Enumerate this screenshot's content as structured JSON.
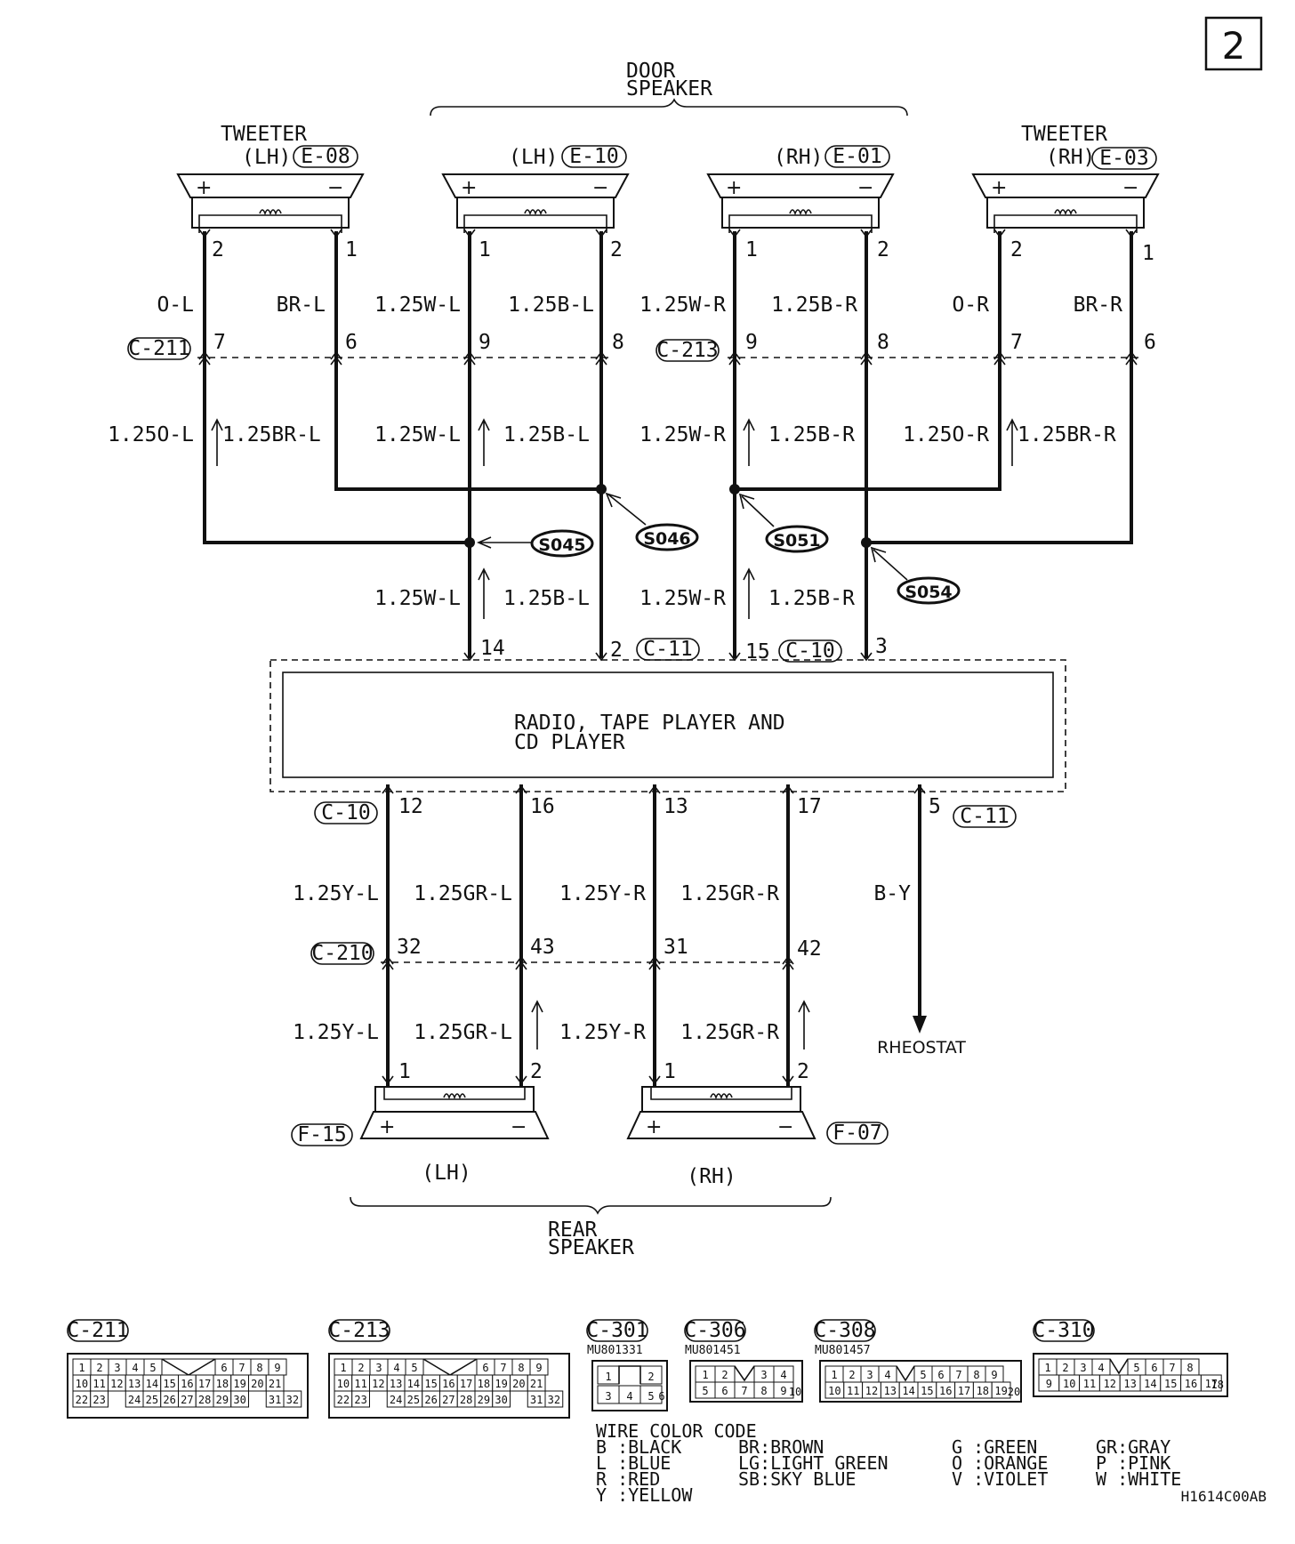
{
  "page_number": "2",
  "door_speaker_title": [
    "DOOR",
    "SPEAKER"
  ],
  "rear_speaker_title": [
    "REAR",
    "SPEAKER"
  ],
  "top_speakers": [
    {
      "name": "TWEETER",
      "side": "(LH)",
      "connector": "E-08",
      "pins": [
        "2",
        "1"
      ]
    },
    {
      "name": "",
      "side": "(LH)",
      "connector": "E-10",
      "pins": [
        "1",
        "2"
      ]
    },
    {
      "name": "",
      "side": "(RH)",
      "connector": "E-01",
      "pins": [
        "1",
        "2"
      ]
    },
    {
      "name": "TWEETER",
      "side": "(RH)",
      "connector": "E-03",
      "pins": [
        "2",
        "1"
      ]
    }
  ],
  "upper_wire_labels": [
    "O-L",
    "BR-L",
    "1.25W-L",
    "1.25B-L",
    "1.25W-R",
    "1.25B-R",
    "O-R",
    "BR-R"
  ],
  "joint_connectors": [
    "C-211",
    "C-213"
  ],
  "joint_pins": [
    "7",
    "6",
    "9",
    "8",
    "9",
    "8",
    "7",
    "6"
  ],
  "middle_wire_labels": [
    "1.25O-L",
    "1.25BR-L",
    "1.25W-L",
    "1.25B-L",
    "1.25W-R",
    "1.25B-R",
    "1.25O-R",
    "1.25BR-R"
  ],
  "splices": [
    "S045",
    "S046",
    "S051",
    "S054"
  ],
  "lower_wire_labels": [
    "1.25W-L",
    "1.25B-L",
    "1.25W-R",
    "1.25B-R"
  ],
  "radio_top_pins": [
    "14",
    "2",
    "15",
    "3"
  ],
  "radio_top_connectors": [
    "C-11",
    "C-10"
  ],
  "radio_label": [
    "RADIO, TAPE PLAYER AND",
    "CD PLAYER"
  ],
  "radio_bottom_pins": [
    "12",
    "16",
    "13",
    "17",
    "5"
  ],
  "radio_bottom_connectors": [
    "C-10",
    "C-11"
  ],
  "rear_upper_labels": [
    "1.25Y-L",
    "1.25GR-L",
    "1.25Y-R",
    "1.25GR-R",
    "B-Y"
  ],
  "rear_joint_connector": "C-210",
  "rear_joint_pins": [
    "32",
    "43",
    "31",
    "42"
  ],
  "rear_lower_labels": [
    "1.25Y-L",
    "1.25GR-L",
    "1.25Y-R",
    "1.25GR-R"
  ],
  "rheostat_label": "RHEOSTAT",
  "rear_speakers": [
    {
      "side": "(LH)",
      "connector": "F-15",
      "pins": [
        "1",
        "2"
      ]
    },
    {
      "side": "(RH)",
      "connector": "F-07",
      "pins": [
        "1",
        "2"
      ]
    }
  ],
  "connector_details": [
    {
      "id": "C-211",
      "part": ""
    },
    {
      "id": "C-213",
      "part": ""
    },
    {
      "id": "C-301",
      "part": "MU801331"
    },
    {
      "id": "C-306",
      "part": "MU801451"
    },
    {
      "id": "C-308",
      "part": "MU801457"
    },
    {
      "id": "C-310",
      "part": ""
    }
  ],
  "wire_color_code": {
    "title": "WIRE COLOR CODE",
    "columns": [
      [
        "B :BLACK",
        "L :BLUE",
        "R :RED",
        "Y :YELLOW"
      ],
      [
        "BR:BROWN",
        "LG:LIGHT GREEN",
        "SB:SKY BLUE"
      ],
      [
        "G :GREEN",
        "O :ORANGE",
        "V :VIOLET"
      ],
      [
        "GR:GRAY",
        "P :PINK",
        "W :WHITE"
      ]
    ]
  },
  "figure_code": "H1614C00AB"
}
